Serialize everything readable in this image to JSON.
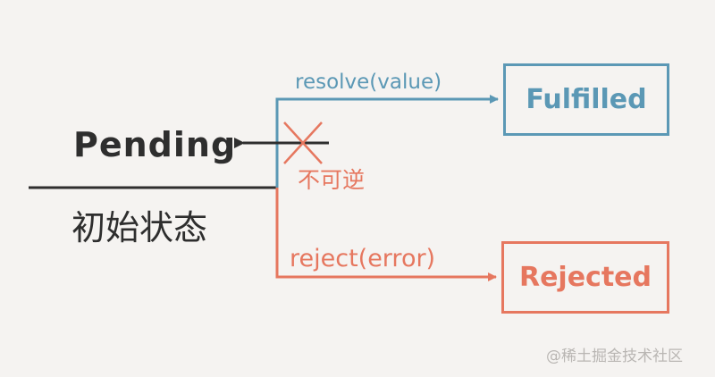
{
  "diagram": {
    "initial_state": {
      "name": "Pending",
      "caption": "初始状态"
    },
    "transitions": {
      "resolve_label": "resolve(value)",
      "reject_label": "reject(error)",
      "irreversible_label": "不可逆"
    },
    "states": {
      "fulfilled": "Fulfilled",
      "rejected": "Rejected"
    }
  },
  "watermark": "@稀土掘金技术社区",
  "colors": {
    "background": "#f5f3f1",
    "resolve": "#5b98b5",
    "reject": "#e6775f",
    "text": "#2e2e2e"
  }
}
